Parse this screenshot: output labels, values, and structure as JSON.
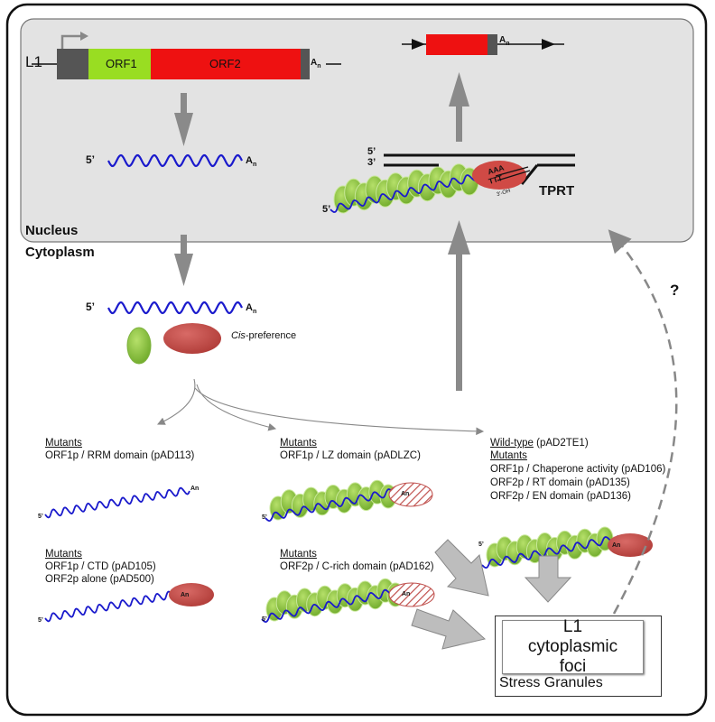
{
  "compartments": {
    "nucleus": "Nucleus",
    "cytoplasm": "Cytoplasm"
  },
  "l1_element": {
    "name": "L1",
    "orf1": "ORF1",
    "orf2": "ORF2",
    "tail": "A",
    "tail_sub": "n"
  },
  "rna": {
    "five_prime": "5’",
    "tail": "A",
    "tail_sub": "n"
  },
  "tprt": {
    "label": "TPRT",
    "strand5": "5’",
    "strand3": "3’",
    "aaa": "AAA",
    "ttt": "TTT",
    "oh": "3’-OH"
  },
  "cis_preference": {
    "italic": "Cis",
    "rest": "-preference"
  },
  "question_mark": "?",
  "small_five_prime": "5’",
  "small_tail": "An",
  "groups": {
    "rrm": {
      "heading": "Mutants",
      "line1": "ORF1p / RRM domain (pAD113)"
    },
    "ctd": {
      "heading": "Mutants",
      "line1": "ORF1p / CTD (pAD105)",
      "line2": "ORF2p alone (pAD500)"
    },
    "lz": {
      "heading": "Mutants",
      "line1": "ORF1p / LZ domain (pADLZC)"
    },
    "crich": {
      "heading": "Mutants",
      "line1": "ORF2p / C-rich domain (pAD162)"
    },
    "wt": {
      "wt_label": "Wild-type",
      "wt_plasmid": " (pAD2TE1)",
      "heading": "Mutants",
      "line1": "ORF1p / Chaperone activity (pAD106)",
      "line2": "ORF2p / RT domain (pAD135)",
      "line3": "ORF2p / EN domain (pAD136)"
    }
  },
  "foci": {
    "label": "L1 cytoplasmic foci",
    "container": "Stress Granules"
  },
  "colors": {
    "orf1": "#99dd22",
    "orf2": "#ee1111",
    "orf1p": "#8cc63f",
    "orf2p": "#c0504d",
    "rna": "#1a1acc",
    "nucleus_bg": "#e3e3e3",
    "arrow": "#8a8a8a"
  }
}
